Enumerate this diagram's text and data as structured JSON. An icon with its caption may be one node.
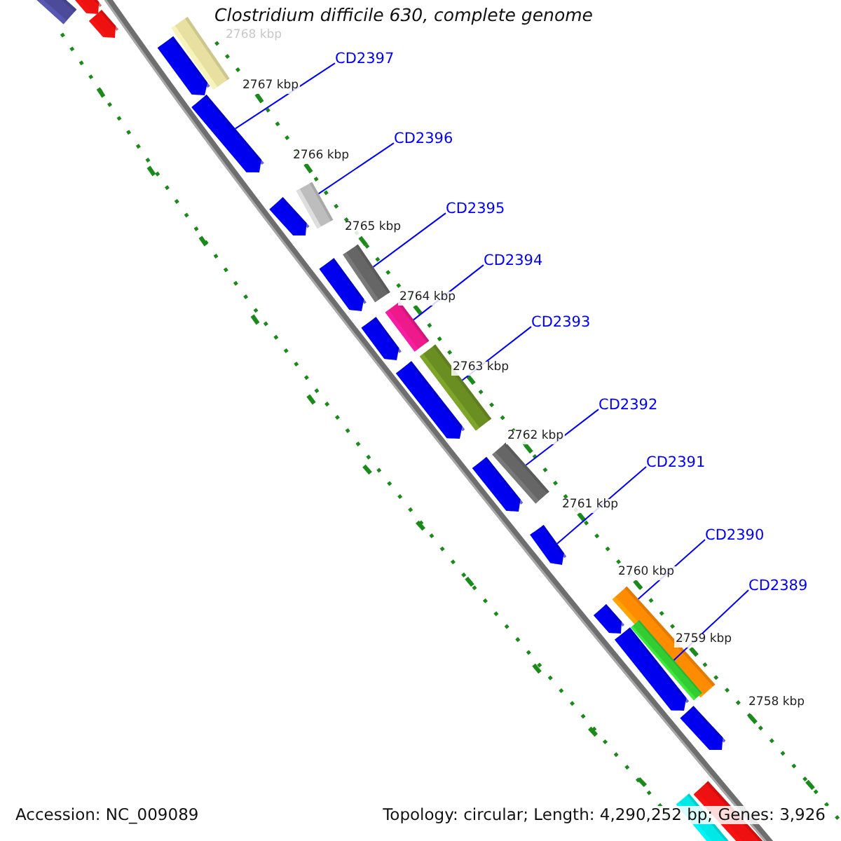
{
  "diagram": {
    "title": "Clostridium difficile 630, complete genome",
    "nodes": [
      {
        "text": [
          "CD2397"
        ]
      },
      {
        "text": [
          "CD2396"
        ]
      },
      {
        "text": [
          "CD2395"
        ]
      },
      {
        "text": [
          "CD2394"
        ]
      },
      {
        "text": [
          "CD2393"
        ]
      },
      {
        "text": [
          "CD2392"
        ]
      },
      {
        "text": [
          "CD2391"
        ]
      },
      {
        "text": [
          "CD2390"
        ]
      },
      {
        "text": [
          "CD2389"
        ]
      },
      {
        "text": [],
        "shape": "bar"
      },
      {
        "text": [],
        "shape": "pentagon"
      },
      {
        "text": [],
        "shape": "pentagon"
      },
      {
        "text": [],
        "shape": "bar"
      },
      {
        "text": [],
        "shape": "pentagon"
      },
      {
        "text": [],
        "shape": "pentagon"
      },
      {
        "text": [],
        "shape": "bar"
      },
      {
        "text": [],
        "shape": "pentagon"
      },
      {
        "text": [],
        "shape": "bar"
      },
      {
        "text": [],
        "shape": "pentagon"
      },
      {
        "text": [],
        "shape": "bar"
      },
      {
        "text": [],
        "shape": "pentagon"
      },
      {
        "text": [],
        "shape": "bar"
      },
      {
        "text": [],
        "shape": "pentagon"
      },
      {
        "text": [],
        "shape": "bar"
      },
      {
        "text": [],
        "shape": "pentagon"
      },
      {
        "text": [],
        "shape": "pentagon"
      },
      {
        "text": [],
        "shape": "bar"
      },
      {
        "text": [],
        "shape": "pentagon"
      },
      {
        "text": [],
        "shape": "bar"
      },
      {
        "text": [],
        "shape": "pentagon"
      },
      {
        "text": [],
        "shape": "pentagon"
      },
      {
        "text": [],
        "shape": "bar"
      },
      {
        "text": [],
        "shape": "bar"
      }
    ],
    "edges": [
      {
        "from": 0,
        "to": 14,
        "arrow": "none"
      },
      {
        "from": 1,
        "to": 15,
        "arrow": "none"
      },
      {
        "from": 2,
        "to": 17,
        "arrow": "none"
      },
      {
        "from": 3,
        "to": 19,
        "arrow": "none"
      },
      {
        "from": 4,
        "to": 21,
        "arrow": "none"
      },
      {
        "from": 5,
        "to": 23,
        "arrow": "none"
      },
      {
        "from": 6,
        "to": 25,
        "arrow": "none"
      },
      {
        "from": 7,
        "to": 26,
        "arrow": "none"
      },
      {
        "from": 8,
        "to": 28,
        "arrow": "none"
      }
    ],
    "labels": [
      "2768 kbp",
      "2767 kbp",
      "2766 kbp",
      "2765 kbp",
      "2764 kbp",
      "2763 kbp",
      "2762 kbp",
      "2761 kbp",
      "2760 kbp",
      "2759 kbp",
      "2758 kbp",
      "Accession: NC_009089",
      "Topology: circular; Length: 4,290,252 bp; Genes: 3,926"
    ]
  }
}
